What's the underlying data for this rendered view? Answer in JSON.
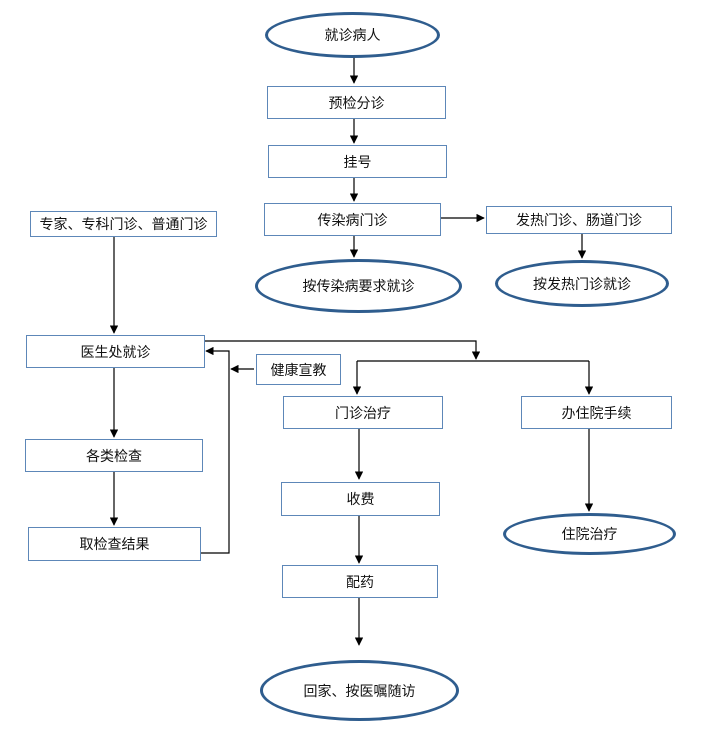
{
  "nodes": {
    "start": "就诊病人",
    "pre_check": "预检分诊",
    "register": "挂号",
    "infectious_clinic": "传染病门诊",
    "fever_clinic": "发热门诊、肠道门诊",
    "infectious_treat": "按传染病要求就诊",
    "fever_treat": "按发热门诊就诊",
    "specialist": "专家、专科门诊、普通门诊",
    "doctor": "医生处就诊",
    "health_edu": "健康宣教",
    "exams": "各类检查",
    "results": "取检查结果",
    "outpatient_treat": "门诊治疗",
    "admission": "办住院手续",
    "payment": "收费",
    "inpatient": "住院治疗",
    "medicine": "配药",
    "home": "回家、按医嘱随访"
  },
  "colors": {
    "box_border": "#5d87b8",
    "oval_border": "#2f5d8e",
    "arrow": "#000000"
  }
}
